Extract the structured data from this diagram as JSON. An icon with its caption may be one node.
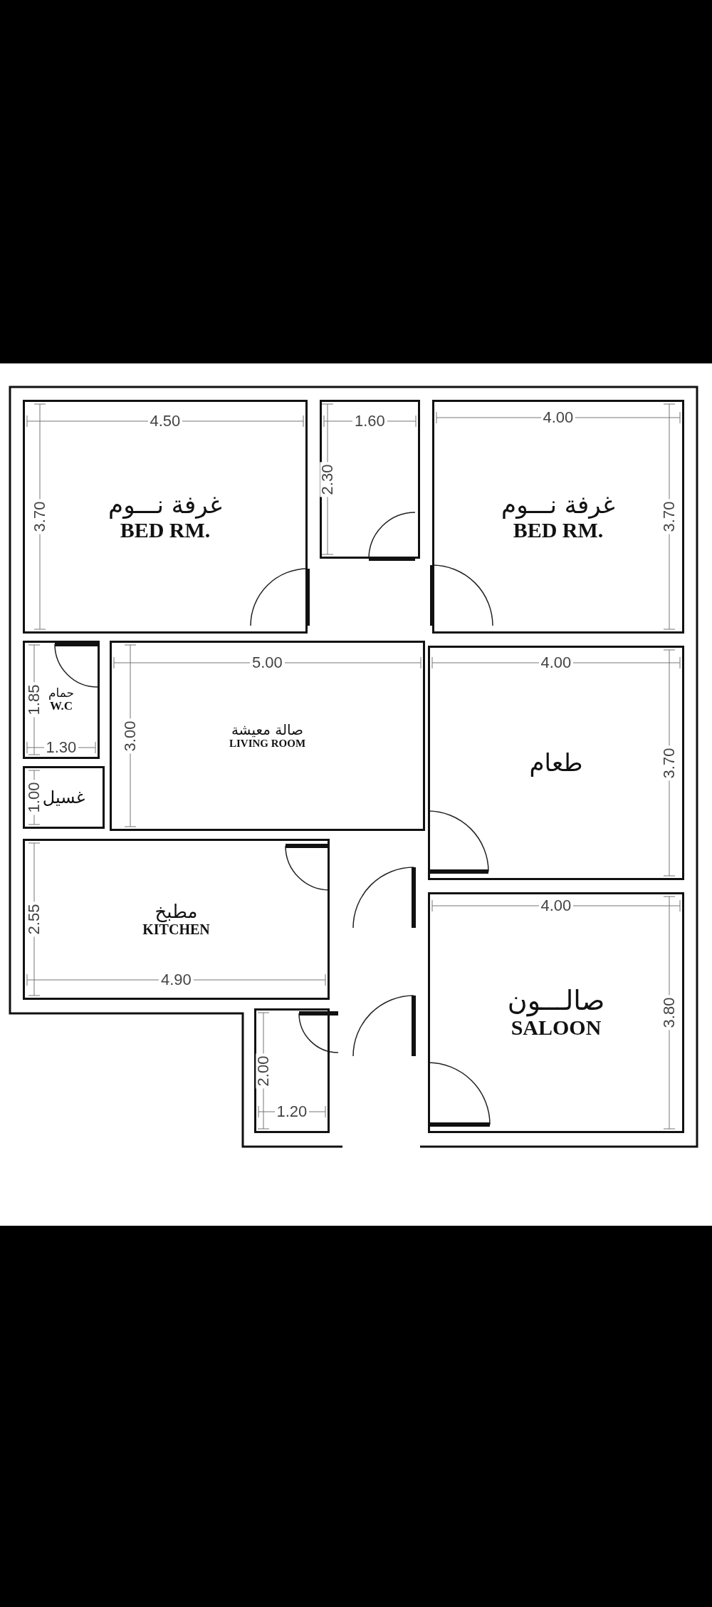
{
  "diagram": {
    "nodes": [
      {
        "text": [
          "غرفة نـــوم",
          "BED RM."
        ]
      },
      {
        "text": [],
        "shape": "box"
      },
      {
        "text": [
          "غرفة نـــوم",
          "BED RM."
        ]
      },
      {
        "text": [
          "حمام",
          "W.C"
        ]
      },
      {
        "text": [
          "صالة معيشة",
          "LIVING ROOM"
        ]
      },
      {
        "text": [
          "طعام"
        ]
      },
      {
        "text": [
          "غسيل"
        ]
      },
      {
        "text": [
          "مطبخ",
          "KITCHEN"
        ]
      },
      {
        "text": [
          "صالـــون",
          "SALOON"
        ]
      },
      {
        "text": [],
        "shape": "box"
      }
    ],
    "labels": [
      "4.50",
      "1.60",
      "4.00",
      "2.30",
      "3.70",
      "3.70",
      "5.00",
      "4.00",
      "1.85",
      "3.00",
      "3.70",
      "1.30",
      "1.00",
      "4.00",
      "2.55",
      "3.80",
      "4.90",
      "2.00",
      "1.20"
    ]
  }
}
